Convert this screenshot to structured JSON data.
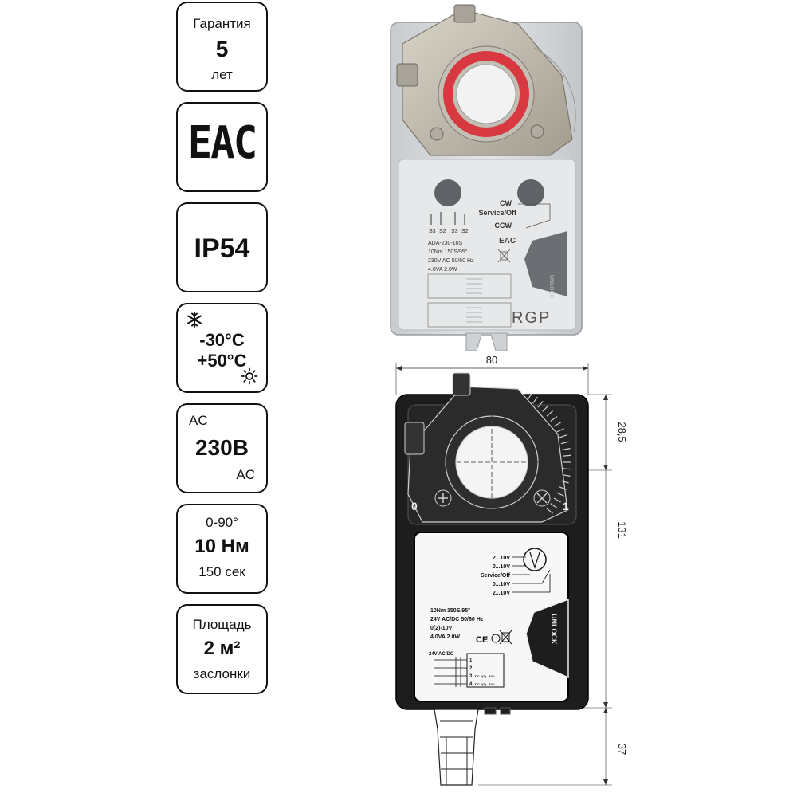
{
  "badges": {
    "warranty": {
      "label": "Гарантия",
      "value": "5",
      "unit": "лет"
    },
    "eac": {
      "text": "EAC"
    },
    "ip": {
      "text": "IP54"
    },
    "temperature": {
      "min": "-30°C",
      "max": "+50°C"
    },
    "voltage": {
      "top": "AC",
      "value": "230В",
      "bottom": "AC"
    },
    "torque": {
      "angle": "0-90°",
      "value": "10 Нм",
      "time": "150 сек"
    },
    "area": {
      "label": "Площадь",
      "value": "2 м²",
      "sub": "заслонки"
    }
  },
  "photo": {
    "switches": [
      "S3",
      "S2",
      "S3",
      "S2"
    ],
    "modes": [
      "CW",
      "Service/Off",
      "CCW"
    ],
    "specs": [
      "ADA-230-10S",
      "10Nm 150S/95°",
      "230V AC 50/60 Hz",
      "4.0VA 2.0W"
    ],
    "eac_mark": "EAC",
    "brand": "RGP",
    "unlock": "UNLOCK"
  },
  "drawing": {
    "dim_width": "80",
    "dim_top": "28,5",
    "dim_body": "131",
    "dim_cable": "37",
    "scale_min": "0",
    "scale_max": "1",
    "signals": [
      "2...10V",
      "0...10V",
      "Service/Off",
      "0...10V",
      "2...10V"
    ],
    "specs": [
      "10Nm  150S/95°",
      "24V AC/DC  50/60 Hz",
      "0(2)-10V",
      "4.0VA  2.0W"
    ],
    "ce_mark": "CE",
    "wiring_title": "24V AC/DC",
    "terminals": [
      "1",
      "2",
      "3",
      "4"
    ],
    "terminal_notes": [
      "DC 0(2)...10V",
      "DC 0(2)...10V"
    ],
    "unlock": "UNLOCK"
  },
  "colors": {
    "ring": "#d8383f",
    "housing": "#d4d6d8",
    "drawing_body": "#1d1d1d",
    "bracket": "#b9b3a6"
  }
}
